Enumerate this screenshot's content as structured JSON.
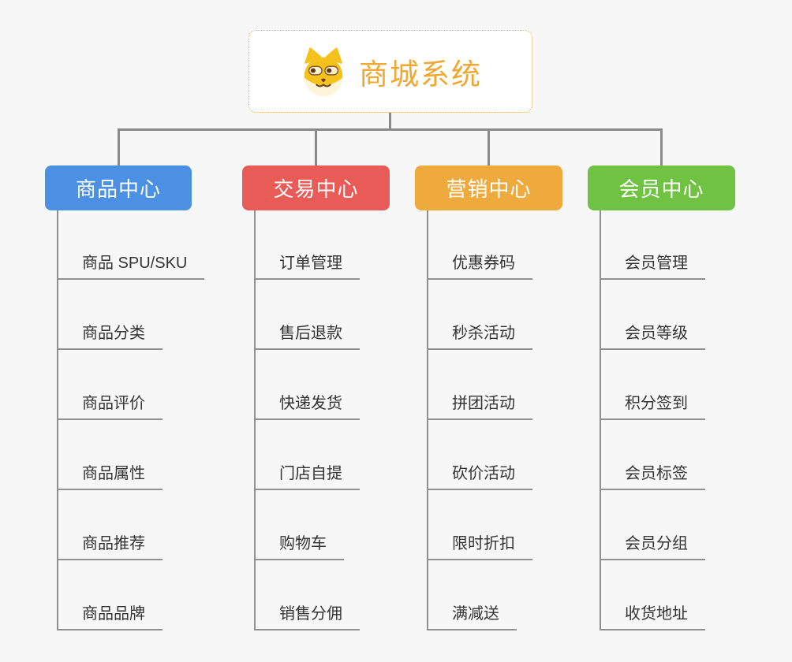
{
  "root": {
    "title": "商城系统",
    "icon": "dog-icon",
    "title_color": "#f0a832",
    "border_color": "#f0ae45"
  },
  "connector_color": "#8a8a8a",
  "branches": [
    {
      "label": "商品中心",
      "color": "#4b90e2",
      "items": [
        "商品 SPU/SKU",
        "商品分类",
        "商品评价",
        "商品属性",
        "商品推荐",
        "商品品牌"
      ]
    },
    {
      "label": "交易中心",
      "color": "#e85b56",
      "items": [
        "订单管理",
        "售后退款",
        "快递发货",
        "门店自提",
        "购物车",
        "销售分佣"
      ]
    },
    {
      "label": "营销中心",
      "color": "#efaa3e",
      "items": [
        "优惠券码",
        "秒杀活动",
        "拼团活动",
        "砍价活动",
        "限时折扣",
        "满减送"
      ]
    },
    {
      "label": "会员中心",
      "color": "#6fc242",
      "items": [
        "会员管理",
        "会员等级",
        "积分签到",
        "会员标签",
        "会员分组",
        "收货地址"
      ]
    }
  ]
}
